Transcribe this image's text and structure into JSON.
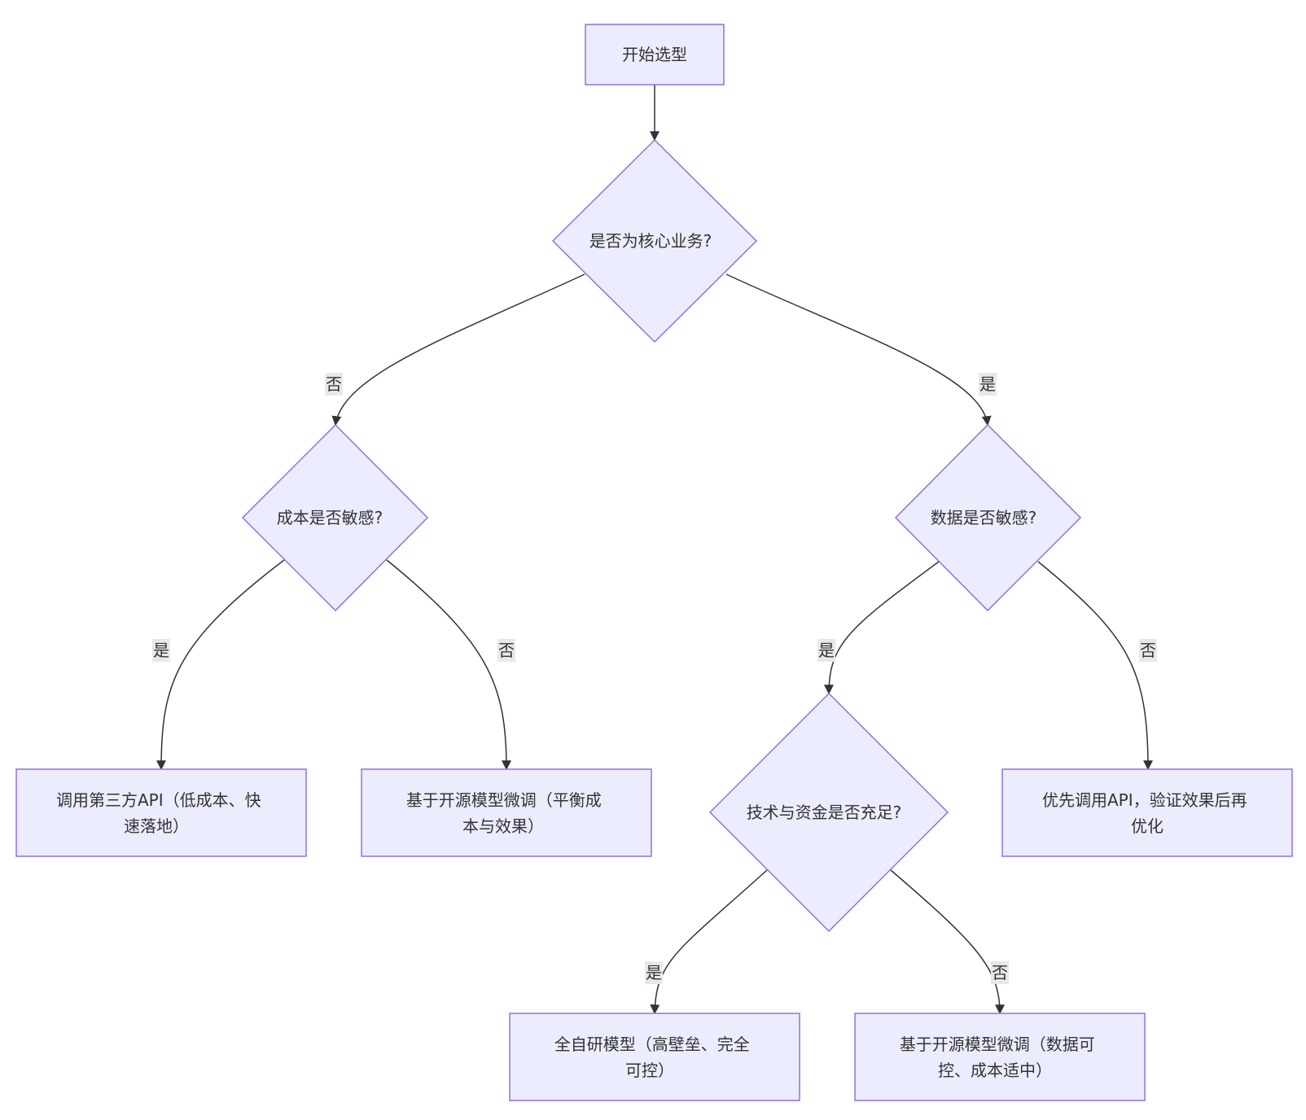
{
  "diagram": {
    "nodes": {
      "start": "开始选型",
      "q_core": "是否为核心业务?",
      "q_cost": "成本是否敏感?",
      "q_data": "数据是否敏感?",
      "q_tech": "技术与资金是否充足?",
      "r_api": [
        "调用第三方API（低成本、快",
        "速落地）"
      ],
      "r_finetune_balance": [
        "基于开源模型微调（平衡成",
        "本与效果）"
      ],
      "r_api_first": [
        "优先调用API，验证效果后再",
        "优化"
      ],
      "r_self": [
        "全自研模型（高壁垒、完全",
        "可控）"
      ],
      "r_finetune_data": [
        "基于开源模型微调（数据可",
        "控、成本适中）"
      ]
    },
    "edge_labels": {
      "core_no": "否",
      "core_yes": "是",
      "cost_yes": "是",
      "cost_no": "否",
      "data_yes": "是",
      "data_no": "否",
      "tech_yes": "是",
      "tech_no": "否"
    },
    "colors": {
      "node_fill": "#ececff",
      "node_stroke": "#9370db",
      "edge": "#333333",
      "label_bg": "#e8e8e8"
    }
  }
}
